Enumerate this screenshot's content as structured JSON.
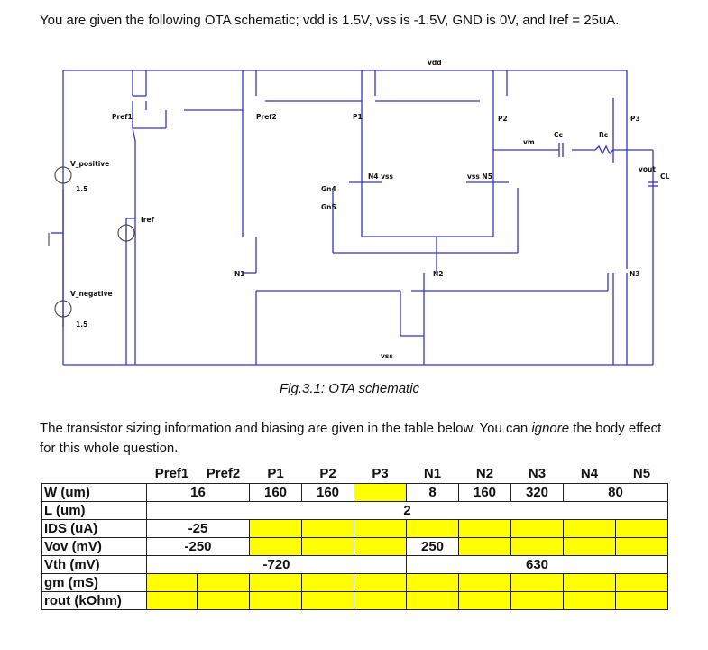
{
  "intro_text": "You are given the following OTA schematic; vdd is 1.5V, vss is -1.5V, GND is 0V, and Iref = 25uA.",
  "schematic": {
    "labels": {
      "vdd": "vdd",
      "vss": "vss",
      "pref1": "Pref1",
      "pref2": "Pref2",
      "p1": "P1",
      "p2": "P2",
      "p3": "P3",
      "vm": "vm",
      "cc": "Cc",
      "rc": "Rc",
      "vout": "vout",
      "cl": "CL",
      "v_positive": "V_positive",
      "v_pos_val": "1.5",
      "v_negative": "V_negative",
      "v_neg_val": "1.5",
      "iref": "Iref",
      "n4vss": "N4 vss",
      "vssn5": "vss N5",
      "gn4": "Gn4",
      "gn5": "Gn5",
      "n1": "N1",
      "n2": "N2",
      "n3": "N3"
    },
    "wire_color": "#3333cc"
  },
  "caption": "Fig.3.1: OTA schematic",
  "para2_before": "The transistor sizing information and biasing are given in the table below. You can ",
  "para2_em": "ignore",
  "para2_after": " the body effect for this whole question.",
  "table": {
    "headers": [
      "Pref1",
      "Pref2",
      "P1",
      "P2",
      "P3",
      "N1",
      "N2",
      "N3",
      "N4",
      "N5"
    ],
    "rows": {
      "w": {
        "label": "W (um)",
        "pref": "16",
        "p1": "160",
        "p2": "160",
        "n1": "8",
        "n2": "160",
        "n3": "320",
        "n45": "80"
      },
      "l": {
        "label": "L (um)",
        "all": "2"
      },
      "ids": {
        "label": "IDS (uA)",
        "pref": "-25"
      },
      "vov": {
        "label": "Vov (mV)",
        "pref": "-250",
        "n1": "250"
      },
      "vth": {
        "label": "Vth (mV)",
        "p": "-720",
        "n": "630"
      },
      "gm": {
        "label": "gm (mS)"
      },
      "rout": {
        "label": "rout (kOhm)"
      }
    },
    "highlight_color": "#ffff00"
  }
}
